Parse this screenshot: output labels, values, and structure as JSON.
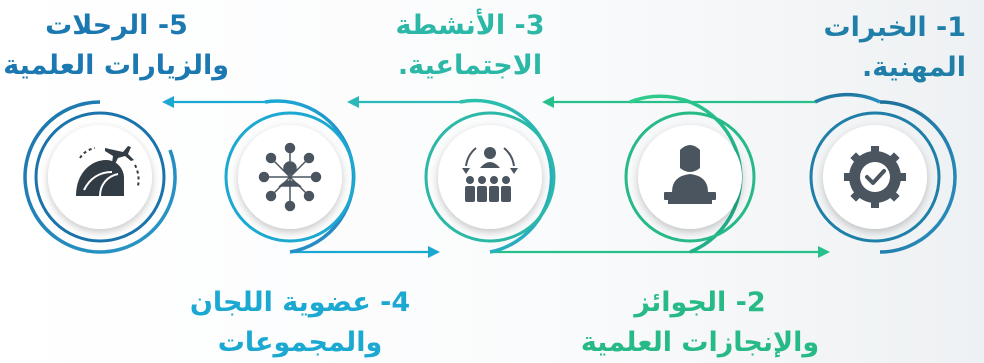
{
  "steps": [
    {
      "line1": "1- الخبرات",
      "line2": "المهنية.",
      "color": "#1f7fa8",
      "icon": "gear-check-icon"
    },
    {
      "line1": "2- الجوائز",
      "line2": "والإنجازات العلمية",
      "color": "#27ba86",
      "icon": "award-person-icon"
    },
    {
      "line1": "3- الأنشطة",
      "line2": "الاجتماعية.",
      "color": "#2bb8a6",
      "icon": "social-group-icon"
    },
    {
      "line1": "4- عضوية اللجان",
      "line2": "والمجموعات",
      "color": "#1ba8d1",
      "icon": "network-members-icon"
    },
    {
      "line1": "5- الرحلات",
      "line2": "والزيارات العلمية",
      "color": "#1b78b0",
      "icon": "airplane-globe-icon"
    }
  ]
}
